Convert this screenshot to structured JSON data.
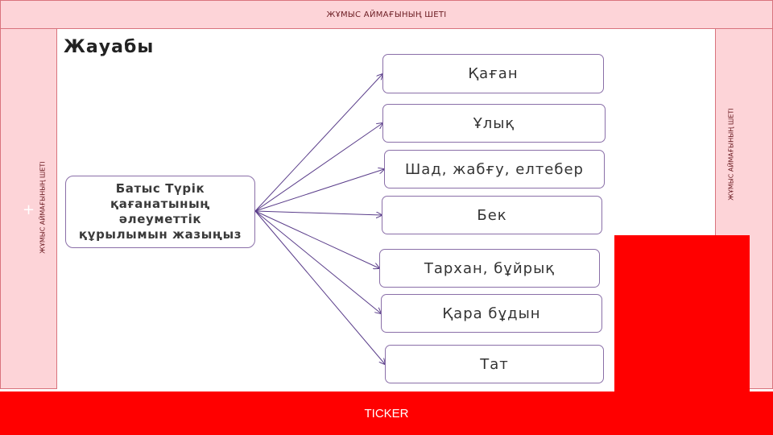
{
  "frame": {
    "top_label": "ЖҰМЫС АЙМАҒЫНЫҢ ШЕТІ",
    "left_label": "ЖҰМЫС АЙМАҒЫНЫҢ ШЕТІ",
    "right_label": "ЖҰМЫС АЙМАҒЫНЫҢ ШЕТІ",
    "plus_symbol": "+",
    "ticker": "TICKER"
  },
  "slide": {
    "title": "Жауабы",
    "central": "Батыс Түрік қағанатының әлеуметтік құрылымын жазыңыз",
    "items": [
      "Қаған",
      "Ұлық",
      "Шад, жабғу, елтебер",
      "Бек",
      "Тархан, бұйрық",
      "Қара бұдын",
      "Тат"
    ]
  },
  "colors": {
    "frame_fill": "#fdd4d8",
    "frame_border": "#d9737d",
    "accent_red": "#ff0000",
    "arrow": "#5a3d8a"
  }
}
